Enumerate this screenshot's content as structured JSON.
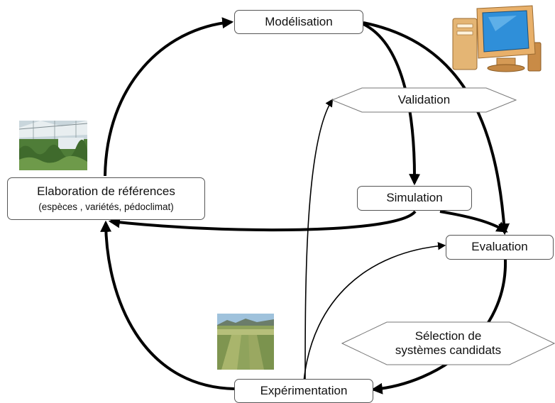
{
  "nodes": {
    "modelisation": "Modélisation",
    "validation": "Validation",
    "simulation": "Simulation",
    "evaluation": "Evaluation",
    "selection_line1": "Sélection de",
    "selection_line2": "systèmes candidats",
    "experimentation": "Expérimentation",
    "elaboration_line1": "Elaboration de références",
    "elaboration_line2": "(espèces , variétés, pédoclimat)"
  },
  "images": {
    "computer": "computer-icon",
    "greenhouse": "greenhouse-photo",
    "field": "field-trial-photo"
  },
  "colors": {
    "arrow": "#000000",
    "box_border": "#555555",
    "monitor_screen": "#2f8fd9",
    "monitor_case": "#d8a25a",
    "foliage": "#5e8a3e"
  }
}
